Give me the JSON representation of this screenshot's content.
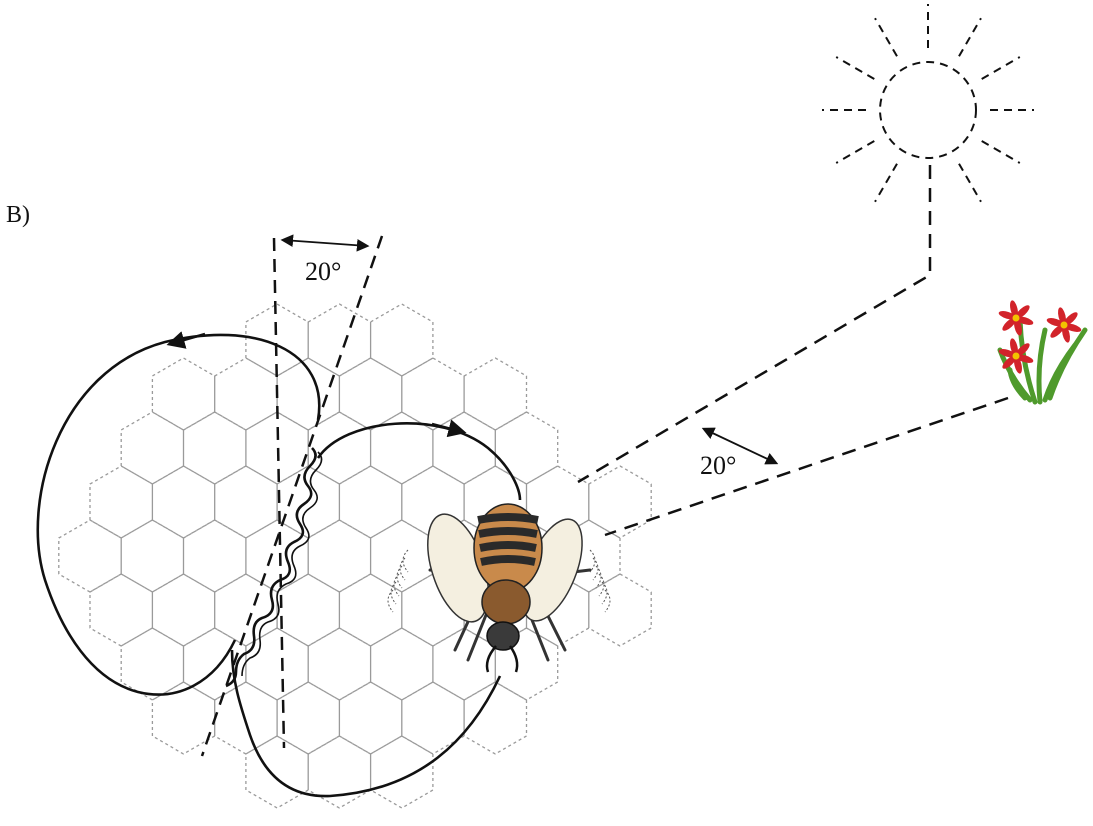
{
  "figure": {
    "panel_label": "B)",
    "dance_angle_label": "20°",
    "field_angle_label": "20°"
  },
  "colors": {
    "ink": "#111111",
    "comb": "#9a9a9a",
    "petal": "#d2232a",
    "flower_center": "#f2c300",
    "stem": "#4f9a2c",
    "bee_body": "#c98a4b",
    "bee_stripe": "#2a2a2a",
    "wing": "#f4efe0"
  },
  "icons": {
    "sun": "sun-icon",
    "flower": "flower-icon",
    "bee": "honeybee-icon",
    "comb": "honeycomb-pattern"
  }
}
